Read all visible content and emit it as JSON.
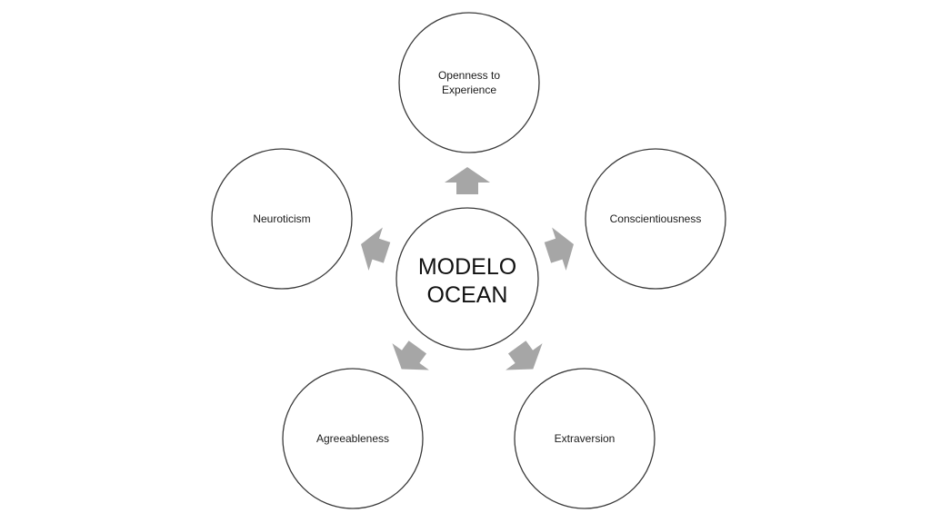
{
  "center": {
    "line1": "MODELO",
    "line2": "OCEAN"
  },
  "traits": [
    {
      "line1": "Openness to",
      "line2": "Experience"
    },
    {
      "line1": "Conscientiousness",
      "line2": ""
    },
    {
      "line1": "Extraversion",
      "line2": ""
    },
    {
      "line1": "Agreeableness",
      "line2": ""
    },
    {
      "line1": "Neuroticism",
      "line2": ""
    }
  ],
  "colors": {
    "arrow": "#a6a6a6",
    "outline": "#3a3a3a",
    "text": "#1a1a1a"
  }
}
